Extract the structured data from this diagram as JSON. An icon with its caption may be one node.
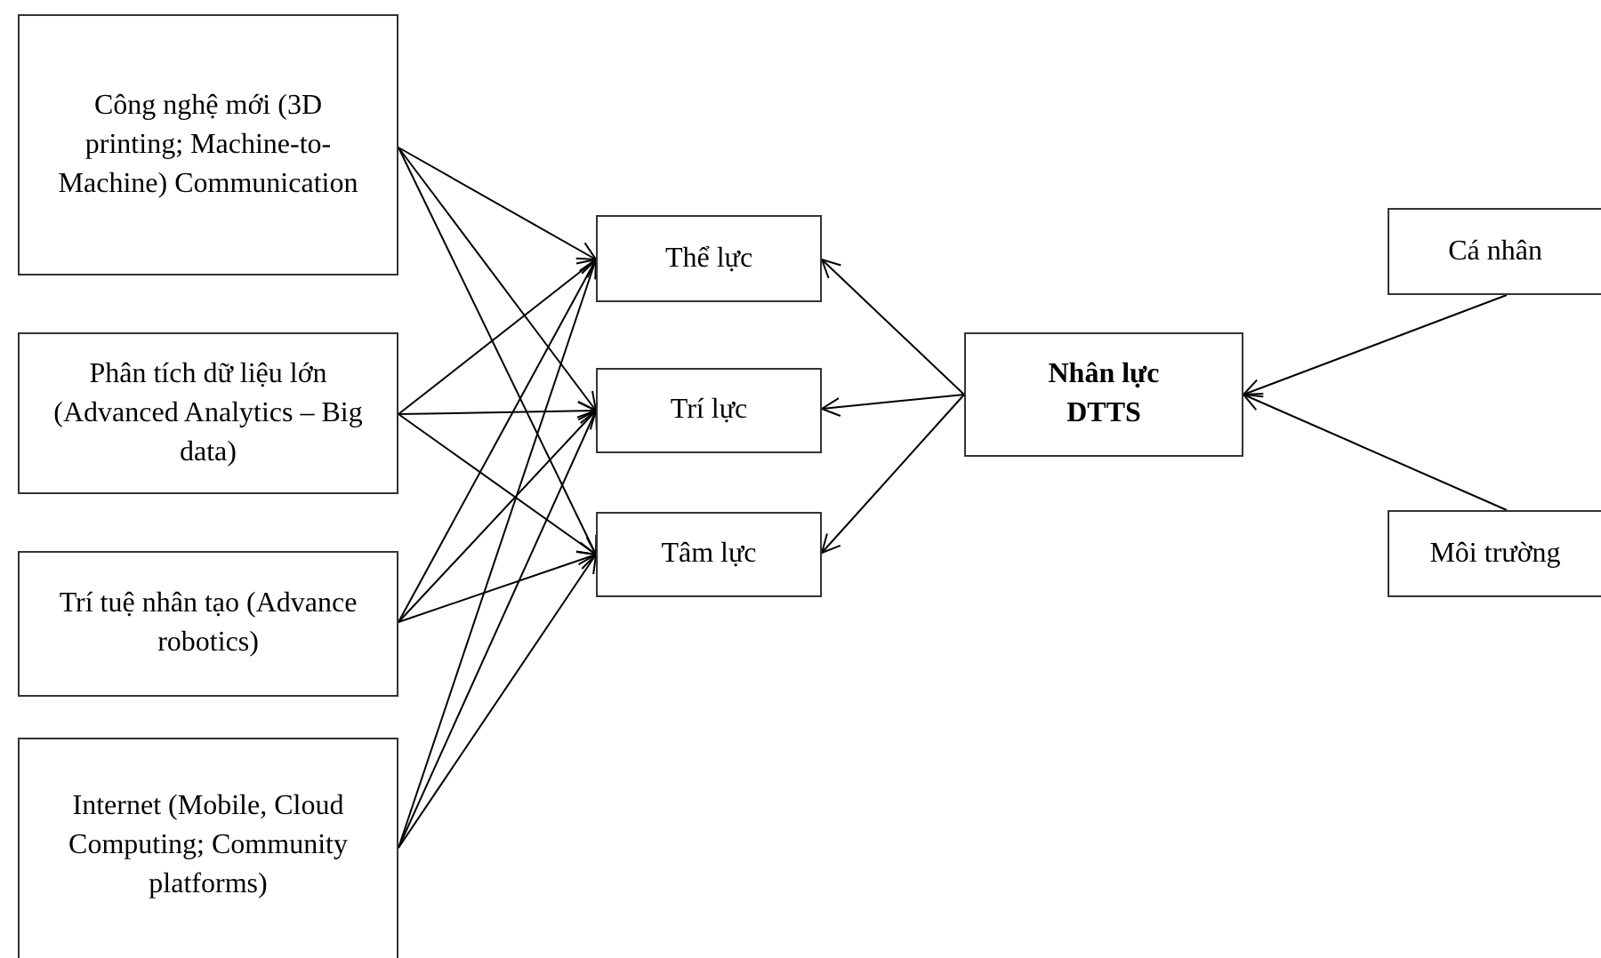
{
  "diagram": {
    "nodes": [
      {
        "text": [
          "Công nghệ mới (3D printing; Machine-to-Machine) Communication"
        ]
      },
      {
        "text": [
          "Phân tích dữ liệu lớn (Advanced Analytics – Big data)"
        ]
      },
      {
        "text": [
          "Trí tuệ nhân tạo (Advance robotics)"
        ]
      },
      {
        "text": [
          "Internet (Mobile, Cloud Computing; Community platforms)"
        ]
      },
      {
        "text": [
          "Thể lực"
        ]
      },
      {
        "text": [
          "Trí lực"
        ]
      },
      {
        "text": [
          "Tâm lực"
        ]
      },
      {
        "text": [
          "Nhân lực DTTS"
        ]
      },
      {
        "text": [
          "Cá nhân"
        ]
      },
      {
        "text": [
          "Môi trường"
        ]
      }
    ],
    "edges": [
      {
        "from": 0,
        "to": 4,
        "arrow": "to"
      },
      {
        "from": 0,
        "to": 5,
        "arrow": "to"
      },
      {
        "from": 0,
        "to": 6,
        "arrow": "to"
      },
      {
        "from": 1,
        "to": 4,
        "arrow": "to"
      },
      {
        "from": 1,
        "to": 5,
        "arrow": "to"
      },
      {
        "from": 1,
        "to": 6,
        "arrow": "to"
      },
      {
        "from": 2,
        "to": 4,
        "arrow": "to"
      },
      {
        "from": 2,
        "to": 5,
        "arrow": "to"
      },
      {
        "from": 2,
        "to": 6,
        "arrow": "to"
      },
      {
        "from": 3,
        "to": 4,
        "arrow": "to"
      },
      {
        "from": 3,
        "to": 5,
        "arrow": "to"
      },
      {
        "from": 3,
        "to": 6,
        "arrow": "to"
      },
      {
        "from": 7,
        "to": 4,
        "arrow": "to"
      },
      {
        "from": 7,
        "to": 5,
        "arrow": "to"
      },
      {
        "from": 7,
        "to": 6,
        "arrow": "to"
      },
      {
        "from": 8,
        "to": 7,
        "arrow": "to"
      },
      {
        "from": 9,
        "to": 7,
        "arrow": "to"
      }
    ]
  }
}
